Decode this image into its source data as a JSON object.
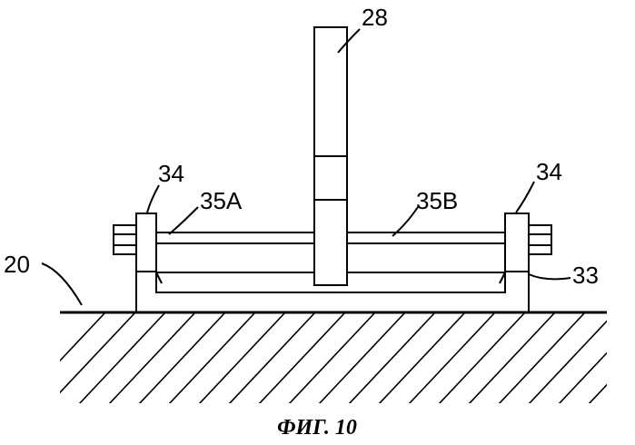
{
  "figure": {
    "caption": "ФИГ. 10",
    "labels": {
      "blade": "28",
      "bracket_left": "34",
      "bracket_right": "34",
      "rod_left": "35A",
      "rod_right": "35B",
      "ground": "20",
      "base": "33"
    }
  }
}
